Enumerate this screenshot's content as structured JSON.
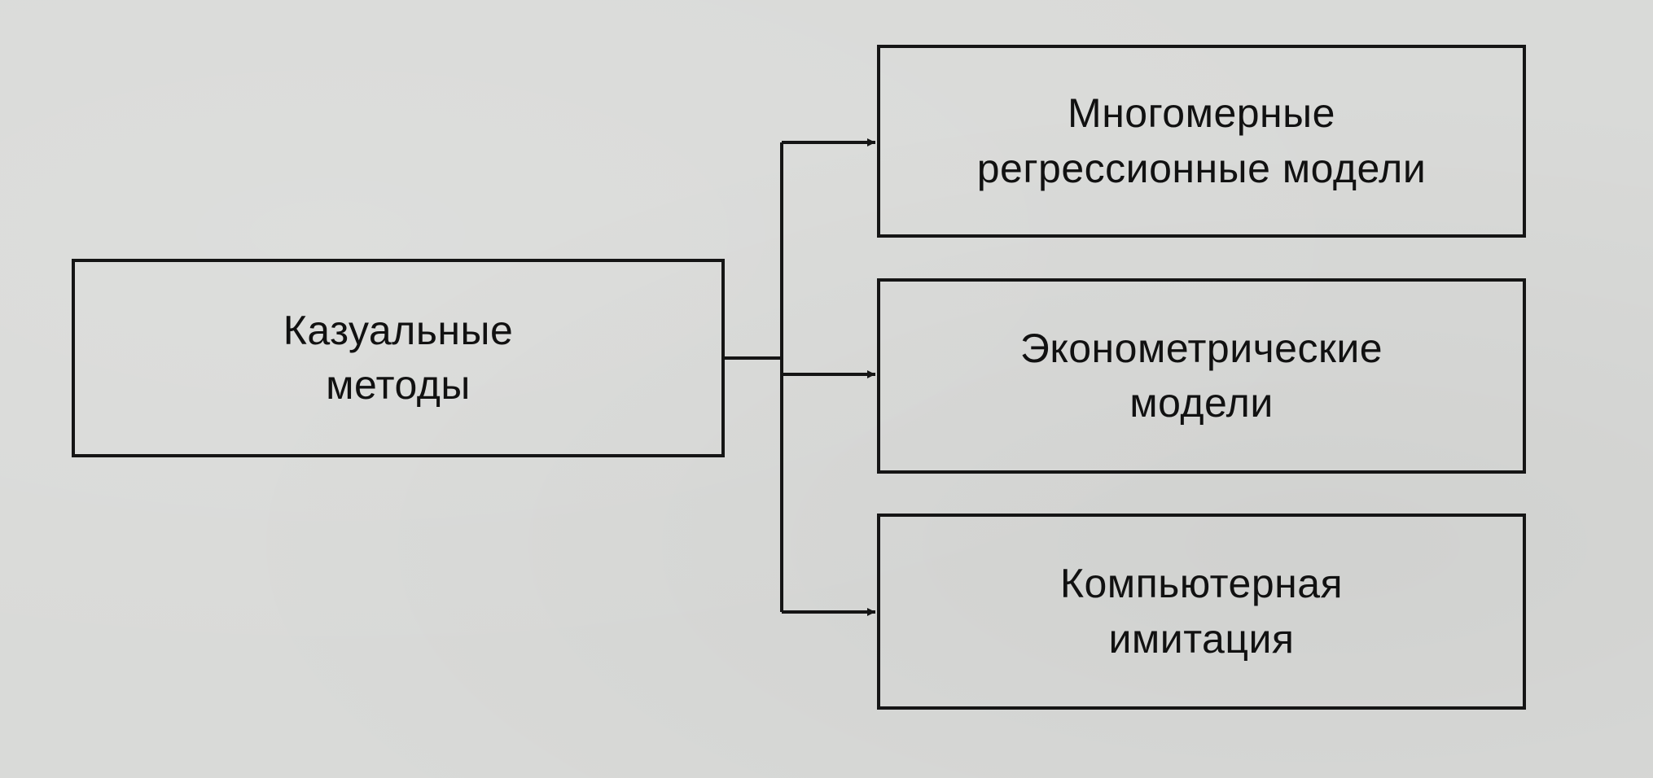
{
  "diagram": {
    "source": {
      "lines": [
        "Казуальные",
        "методы"
      ]
    },
    "targets": [
      {
        "lines": [
          "Многомерные",
          "регрессионные модели"
        ]
      },
      {
        "lines": [
          "Эконометрические",
          "модели"
        ]
      },
      {
        "lines": [
          "Компьютерная",
          "имитация"
        ]
      }
    ]
  },
  "colors": {
    "background": "#d9dad8",
    "ink": "#151515"
  }
}
